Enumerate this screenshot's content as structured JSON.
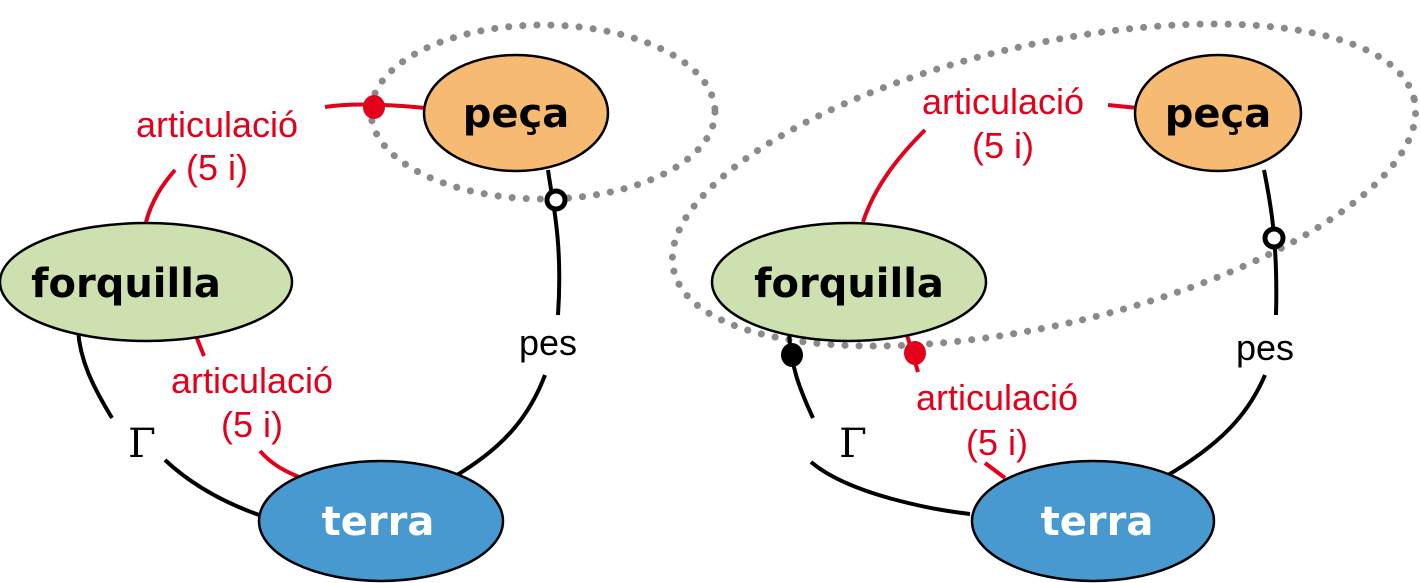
{
  "colors": {
    "peca_fill": "#f7ba72",
    "forquilla_fill": "#cde1b0",
    "terra_fill": "#4799cf",
    "joint_red": "#e2001a",
    "line_black": "#000000",
    "dotted_gray": "#8a8a8a",
    "terra_text": "#ffffff"
  },
  "diagrams": [
    {
      "nodes": {
        "peca": "peça",
        "forquilla": "forquilla",
        "terra": "terra"
      },
      "edges": {
        "top_joint": [
          "articulació",
          "(5 i)"
        ],
        "bottom_joint": [
          "articulació",
          "(5 i)"
        ],
        "weight": "pes",
        "gamma": "Γ"
      }
    },
    {
      "nodes": {
        "peca": "peça",
        "forquilla": "forquilla",
        "terra": "terra"
      },
      "edges": {
        "top_joint": [
          "articulació",
          "(5 i)"
        ],
        "bottom_joint": [
          "articulació",
          "(5 i)"
        ],
        "weight": "pes",
        "gamma": "Γ"
      }
    }
  ]
}
